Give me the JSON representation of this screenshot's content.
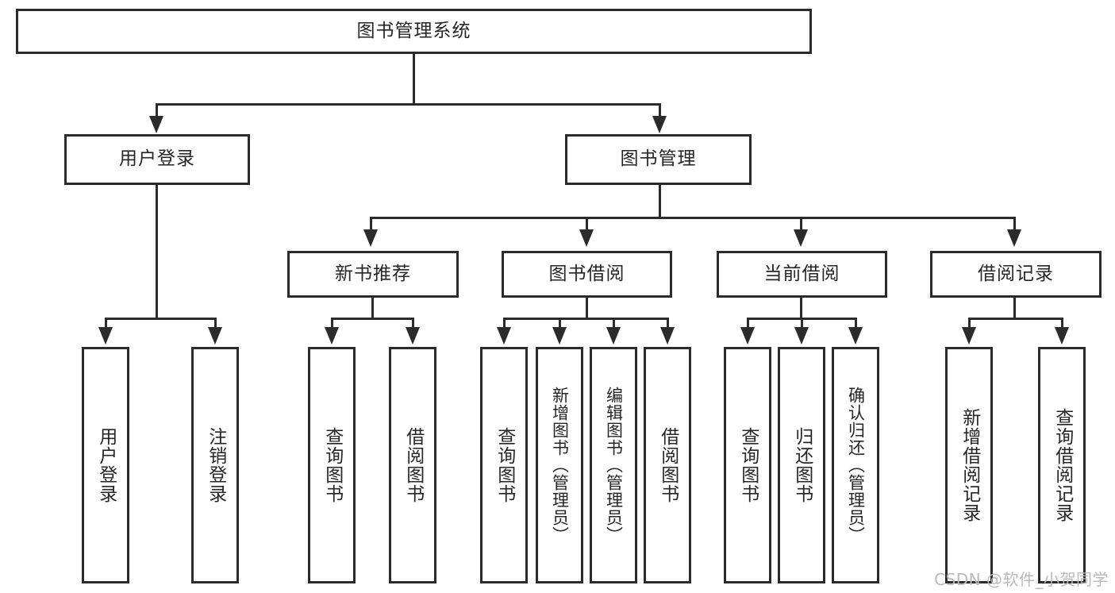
{
  "diagram": {
    "type": "tree-hierarchy",
    "title": "图书管理系统",
    "watermark": "CSDN @软件_小贺同学",
    "colors": {
      "stroke": "#2b2b2b",
      "fill": "#ffffff",
      "text": "#262626",
      "watermark": "#b9b9b9"
    },
    "root": {
      "label": "图书管理系统",
      "orientation": "horizontal"
    },
    "level2": [
      {
        "label": "用户登录",
        "orientation": "horizontal"
      },
      {
        "label": "图书管理",
        "orientation": "horizontal"
      }
    ],
    "level3": [
      {
        "label": "新书推荐",
        "orientation": "horizontal"
      },
      {
        "label": "图书借阅",
        "orientation": "horizontal"
      },
      {
        "label": "当前借阅",
        "orientation": "horizontal"
      },
      {
        "label": "借阅记录",
        "orientation": "horizontal"
      }
    ],
    "leaves": {
      "user_login": [
        {
          "label": "用户登录",
          "orientation": "vertical"
        },
        {
          "label": "注销登录",
          "orientation": "vertical"
        }
      ],
      "new_book_recommend": [
        {
          "label": "查询图书",
          "orientation": "vertical"
        },
        {
          "label": "借阅图书",
          "orientation": "vertical"
        }
      ],
      "book_borrow": [
        {
          "label": "查询图书",
          "orientation": "vertical"
        },
        {
          "label": "新增图书（管理员）",
          "orientation": "vertical"
        },
        {
          "label": "编辑图书（管理员）",
          "orientation": "vertical"
        },
        {
          "label": "借阅图书",
          "orientation": "vertical"
        }
      ],
      "current_borrow": [
        {
          "label": "查询图书",
          "orientation": "vertical"
        },
        {
          "label": "归还图书",
          "orientation": "vertical"
        },
        {
          "label": "确认归还（管理员）",
          "orientation": "vertical"
        }
      ],
      "borrow_record": [
        {
          "label": "新增借阅记录",
          "orientation": "vertical"
        },
        {
          "label": "查询借阅记录",
          "orientation": "vertical"
        }
      ]
    }
  }
}
